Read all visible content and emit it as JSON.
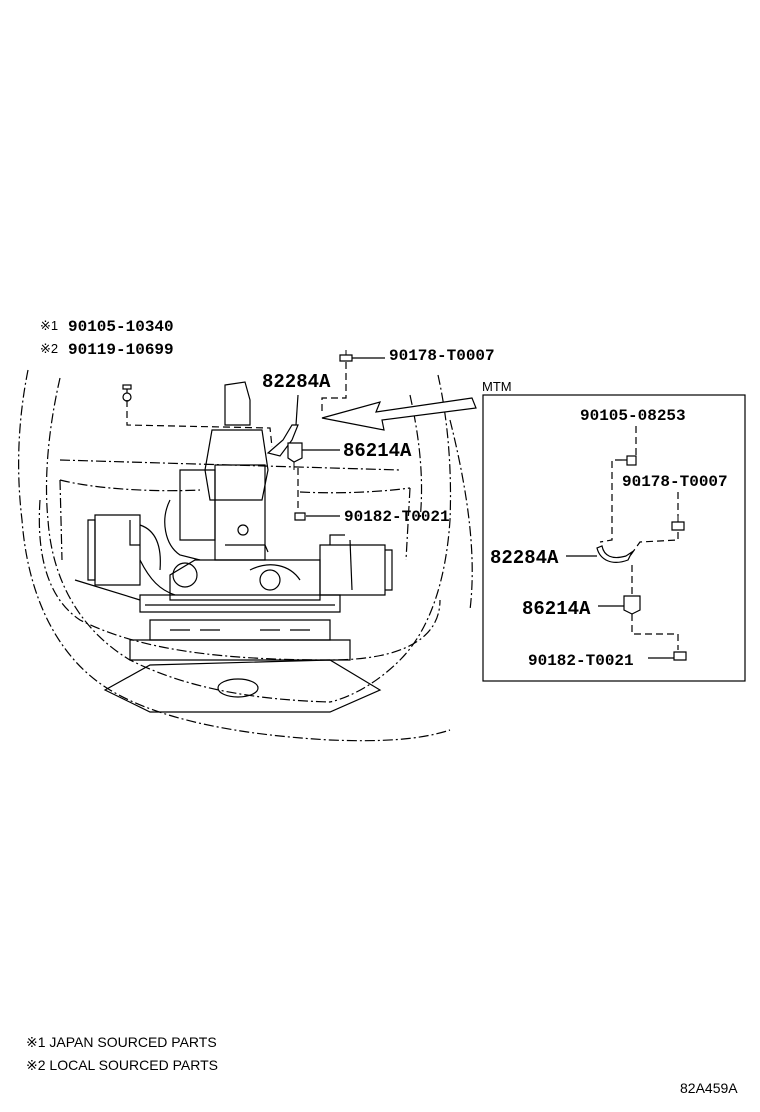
{
  "callouts": {
    "note1_part": "90105-10340",
    "note2_part": "90119-10699",
    "note1_mark": "※1",
    "note2_mark": "※2",
    "main_90178": "90178-T0007",
    "main_82284": "82284A",
    "main_86214": "86214A",
    "main_90182": "90182-T0021"
  },
  "mtm_box": {
    "label": "MTM",
    "p_90105": "90105-08253",
    "p_90178": "90178-T0007",
    "p_82284": "82284A",
    "p_86214": "86214A",
    "p_90182": "90182-T0021"
  },
  "legend": {
    "line1": "※1 JAPAN SOURCED PARTS",
    "line2": "※2 LOCAL SOURCED PARTS"
  },
  "figure_code": "82A459A"
}
